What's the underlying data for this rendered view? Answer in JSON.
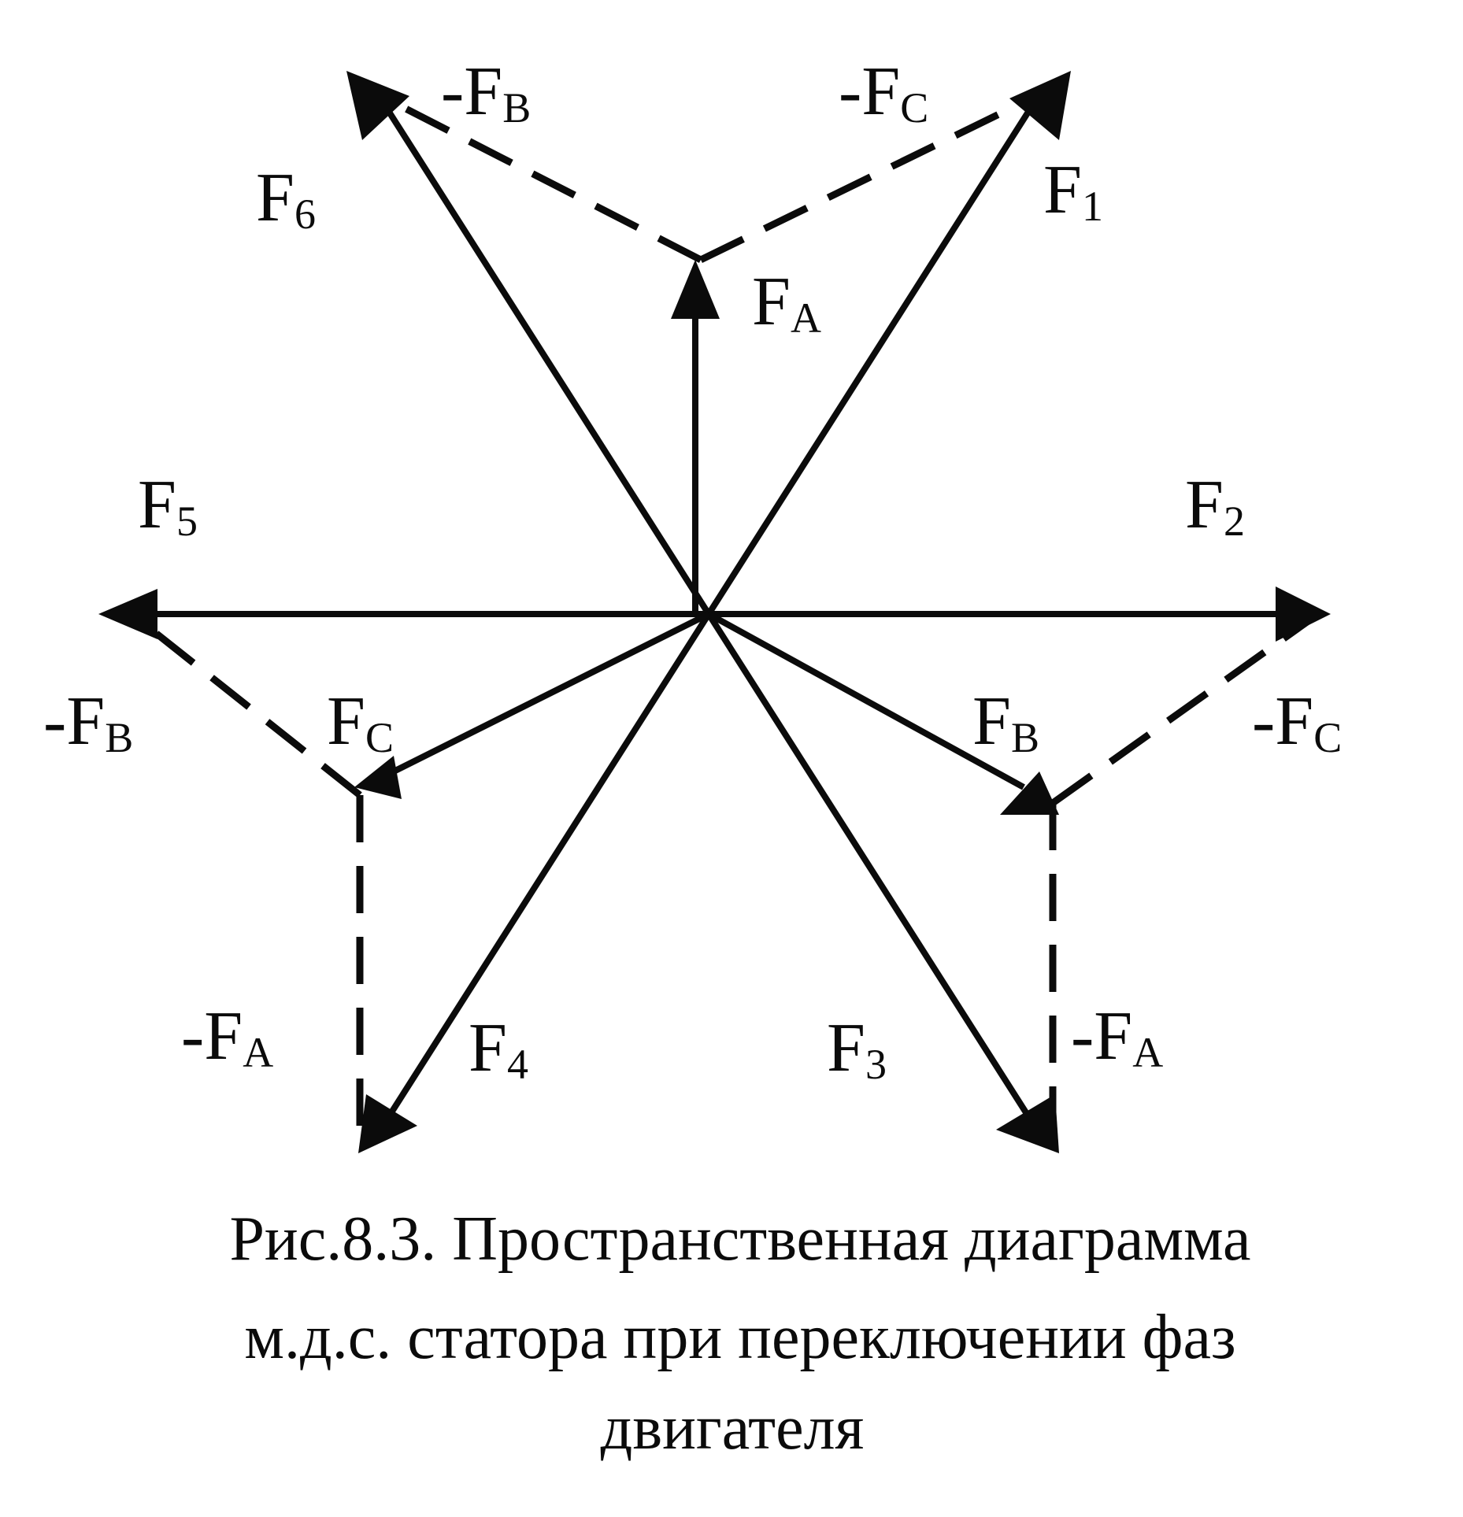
{
  "labels": {
    "f1": {
      "main": "F",
      "sub": "1"
    },
    "f2": {
      "main": "F",
      "sub": "2"
    },
    "f3": {
      "main": "F",
      "sub": "3"
    },
    "f4": {
      "main": "F",
      "sub": "4"
    },
    "f5": {
      "main": "F",
      "sub": "5"
    },
    "f6": {
      "main": "F",
      "sub": "6"
    },
    "fa": {
      "main": "F",
      "sub": "A"
    },
    "fb": {
      "main": "F",
      "sub": "B"
    },
    "fc": {
      "main": "F",
      "sub": "C"
    },
    "neg_fb_top": {
      "main": "-F",
      "sub": "B"
    },
    "neg_fc_top": {
      "main": "-F",
      "sub": "C"
    },
    "neg_fb_left": {
      "main": "-F",
      "sub": "B"
    },
    "neg_fc_right": {
      "main": "-F",
      "sub": "C"
    },
    "neg_fa_left": {
      "main": "-F",
      "sub": "A"
    },
    "neg_fa_right": {
      "main": "-F",
      "sub": "A"
    }
  },
  "caption": {
    "line1": "Рис.8.3. Пространственная диаграмма",
    "line2": "м.д.с. статора при переключении фаз",
    "line3": "двигателя"
  }
}
